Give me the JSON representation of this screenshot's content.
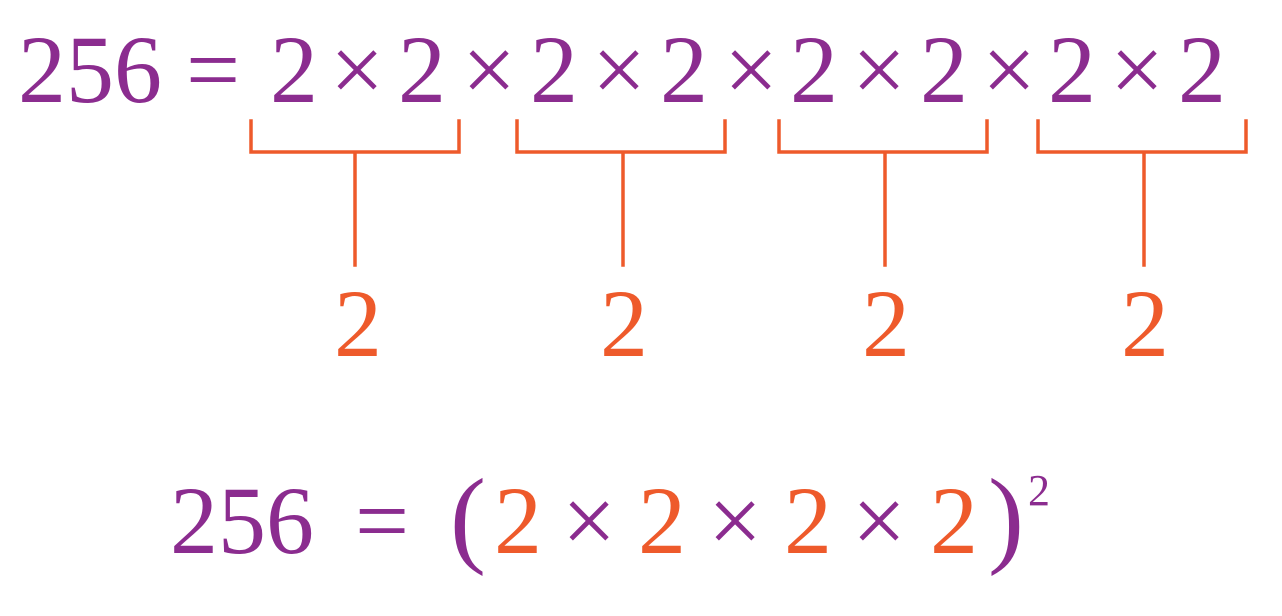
{
  "colors": {
    "purple": "#8B2C8F",
    "orange": "#EE5A2B",
    "background": "#FFFFFF"
  },
  "top_equation": {
    "lhs": "256",
    "equals": "=",
    "factors": [
      "2",
      "2",
      "2",
      "2",
      "2",
      "2",
      "2",
      "2"
    ],
    "times": "×"
  },
  "pair_results": [
    "2",
    "2",
    "2",
    "2"
  ],
  "bottom_equation": {
    "lhs": "256",
    "equals": "=",
    "open_paren": "(",
    "factors": [
      "2",
      "2",
      "2",
      "2"
    ],
    "times": "×",
    "close_paren": ")",
    "exponent": "2"
  }
}
